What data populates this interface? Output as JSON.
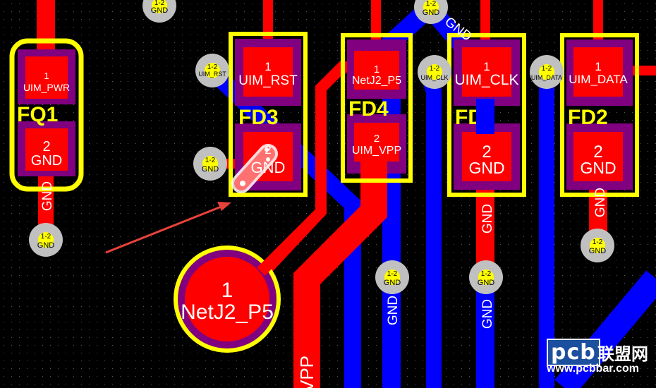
{
  "colors": {
    "background": "#000000",
    "top_copper": "#ff0000",
    "bottom_copper": "#0000ff",
    "silkscreen": "#ffff00",
    "solder_mask": "#800080",
    "via_ring": "#c0c0c0",
    "text": "#ffffff",
    "arrow": "#e8423a",
    "highlight": "#ffffff"
  },
  "via": {
    "layer_label": "1-2"
  },
  "pads": {
    "uim_pwr_1": {
      "number": "1",
      "net": "UIM_PWR"
    },
    "uim_pwr_2": {
      "number": "2",
      "net": "GND"
    },
    "uim_rst_1": {
      "number": "1",
      "net": "UIM_RST"
    },
    "uim_rst_2": {
      "number": "2",
      "net": "GND"
    },
    "netj2_1": {
      "number": "1",
      "net": "NetJ2_P5"
    },
    "uim_vpp_2": {
      "number": "2",
      "net": "UIM_VPP"
    },
    "uim_clk_1": {
      "number": "1",
      "net": "UIM_CLK"
    },
    "uim_clk_2": {
      "number": "2",
      "net": "GND"
    },
    "uim_data_1": {
      "number": "1",
      "net": "UIM_DATA"
    },
    "uim_data_2": {
      "number": "2",
      "net": "GND"
    },
    "big_pad": {
      "number": "1",
      "net": "NetJ2_P5"
    }
  },
  "vias": {
    "v_top": {
      "net": "GND"
    },
    "v_pwr": {
      "net": "GND"
    },
    "v_rst_a": {
      "net": "UIM_RST"
    },
    "v_rst_b": {
      "net": "GND"
    },
    "v_clk_a": {
      "net": "UIM_CLK"
    },
    "v_data_a": {
      "net": "UIM_DATA"
    },
    "v_top_r": {
      "net": "GND"
    },
    "v_mid1": {
      "net": "GND"
    },
    "v_mid2": {
      "net": "GND"
    },
    "v_right": {
      "net": "GND"
    }
  },
  "trace_labels": {
    "gnd_pwr": "GND",
    "gnd_top": "GND",
    "gnd_blue_mid": "GND",
    "gnd_red_clk": "GND",
    "gnd_blue_clk": "GND",
    "gnd_red_data": "GND",
    "vpp_bottom": "VPP"
  },
  "silk_refdes": {
    "left": "FQ1",
    "rst": "FD3",
    "vpp": "FD4",
    "clk": "FD1",
    "data": "FD2"
  },
  "watermark": {
    "brand": "pcb",
    "cn": "联盟网",
    "url": "www.pcbbar.com"
  }
}
